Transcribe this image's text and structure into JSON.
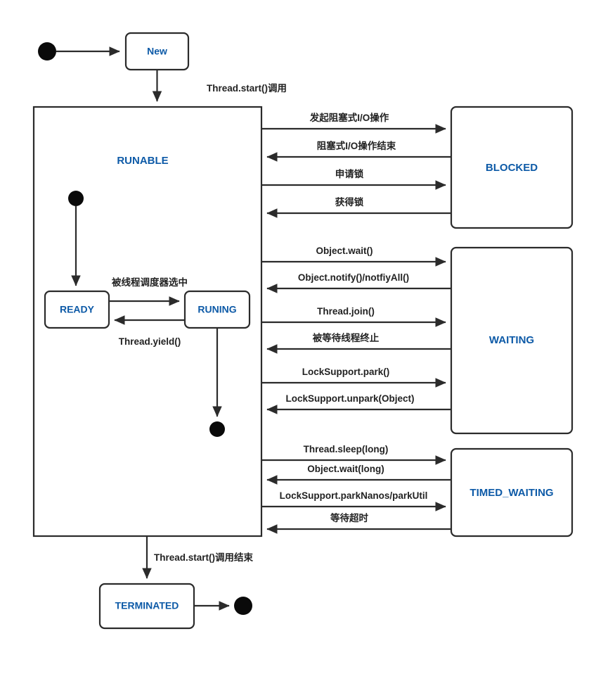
{
  "diagram": {
    "title": "Java Thread State Transition Diagram",
    "type": "uml-state-machine",
    "colors": {
      "state_text": "#0d5aa7",
      "stroke": "#2b2b2b",
      "edge_text": "#222222",
      "node_dot": "#0a0a0a",
      "background": "#ffffff"
    }
  },
  "states": {
    "new": {
      "label": "New"
    },
    "runable": {
      "label": "RUNABLE"
    },
    "ready": {
      "label": "READY"
    },
    "runing": {
      "label": "RUNING"
    },
    "blocked": {
      "label": "BLOCKED"
    },
    "waiting": {
      "label": "WAITING"
    },
    "timed_waiting": {
      "label": "TIMED_WAITING"
    },
    "terminated": {
      "label": "TERMINATED"
    }
  },
  "transitions": {
    "start_to_new": {
      "label": ""
    },
    "new_to_runable": {
      "label": "Thread.start()调用"
    },
    "ready_to_runing": {
      "label": "被线程调度器选中"
    },
    "runing_to_ready": {
      "label": "Thread.yield()"
    },
    "runable_to_terminated": {
      "label": "Thread.start()调用结束"
    },
    "blocked": [
      {
        "label": "发起阻塞式I/O操作",
        "direction": "right"
      },
      {
        "label": "阻塞式I/O操作结束",
        "direction": "left"
      },
      {
        "label": "申请锁",
        "direction": "right"
      },
      {
        "label": "获得锁",
        "direction": "left"
      }
    ],
    "waiting": [
      {
        "label": "Object.wait()",
        "direction": "right"
      },
      {
        "label": "Object.notify()/notfiyAll()",
        "direction": "left"
      },
      {
        "label": "Thread.join()",
        "direction": "right"
      },
      {
        "label": "被等待线程终止",
        "direction": "left"
      },
      {
        "label": "LockSupport.park()",
        "direction": "right"
      },
      {
        "label": "LockSupport.unpark(Object)",
        "direction": "left"
      }
    ],
    "timed_waiting": [
      {
        "label": "Thread.sleep(long)",
        "direction": "right"
      },
      {
        "label": "Object.wait(long)",
        "direction": "left"
      },
      {
        "label": "LockSupport.parkNanos/parkUtil",
        "direction": "right"
      },
      {
        "label": "等待超时",
        "direction": "left"
      }
    ]
  },
  "nodes": {
    "initial_node": {
      "name": "initial-state-node"
    },
    "runable_initial_node": {
      "name": "runable-initial-node"
    },
    "runable_final_node": {
      "name": "runable-final-node"
    },
    "final_node": {
      "name": "final-state-node"
    }
  }
}
